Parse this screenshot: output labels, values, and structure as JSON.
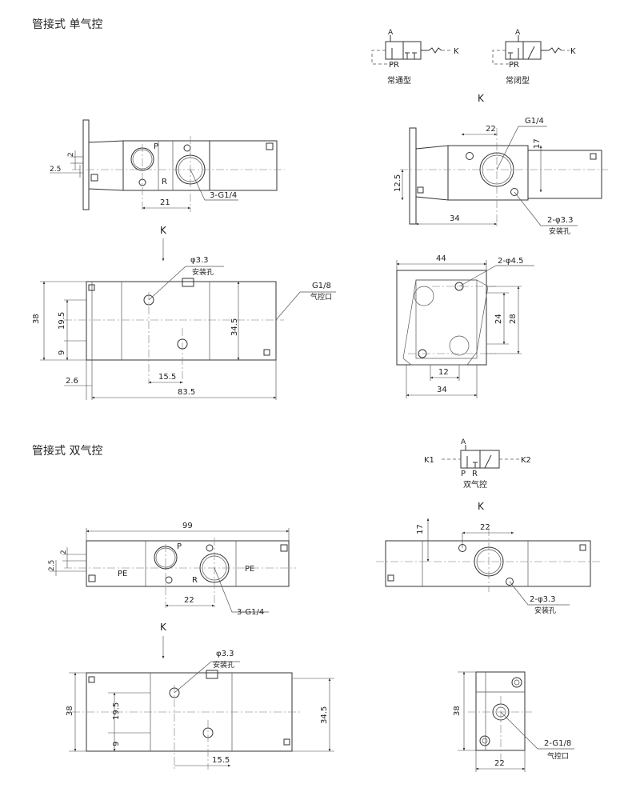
{
  "section1": {
    "title": "管接式 单气控",
    "symbols": {
      "normally_open": {
        "label": "常通型",
        "port_a": "A",
        "port_pr": "PR",
        "port_k": "K"
      },
      "normally_closed": {
        "label": "常闭型",
        "port_a": "A",
        "port_pr": "PR",
        "port_k": "K"
      }
    },
    "front_view": {
      "port_p": "P",
      "port_r": "R",
      "dim_2": "2",
      "dim_2_5": "2.5",
      "dim_21": "21",
      "note_ports": "3-G1/4"
    },
    "view_k_label": "K",
    "top_view": {
      "k_label": "K",
      "note_hole": "φ3.3",
      "note_hole_sub": "安装孔",
      "note_pilot": "G1/8",
      "note_pilot_sub": "气控口",
      "dim_38": "38",
      "dim_19_5": "19.5",
      "dim_9": "9",
      "dim_34_5": "34.5",
      "dim_15_5": "15.5",
      "dim_2_6": "2.6",
      "dim_83_5": "83.5"
    },
    "side_view": {
      "note_port": "G1/4",
      "dim_22": "22",
      "dim_17": "17",
      "dim_12_5": "12.5",
      "dim_34": "34",
      "note_holes": "2-φ3.3",
      "note_holes_sub": "安装孔"
    },
    "bracket_view": {
      "dim_44": "44",
      "note_holes": "2-φ4.5",
      "dim_24": "24",
      "dim_28": "28",
      "dim_12": "12",
      "dim_34": "34"
    }
  },
  "section2": {
    "title": "管接式 双气控",
    "symbol": {
      "label": "双气控",
      "port_a": "A",
      "port_p": "P",
      "port_r": "R",
      "k1": "K1",
      "k2": "K2"
    },
    "view_k_label": "K",
    "front_view": {
      "dim_99": "99",
      "dim_2": "2",
      "dim_2_5": "2.5",
      "port_p": "P",
      "port_r": "R",
      "pe_left": "PE",
      "pe_right": "PE",
      "dim_22": "22",
      "note_ports": "3-G1/4"
    },
    "side_view": {
      "dim_17": "17",
      "dim_22": "22",
      "note_holes": "2-φ3.3",
      "note_holes_sub": "安装孔"
    },
    "top_view": {
      "k_label": "K",
      "note_hole": "φ3.3",
      "note_hole_sub": "安装孔",
      "dim_38": "38",
      "dim_19_5": "19.5",
      "dim_9": "9",
      "dim_34_5": "34.5",
      "dim_15_5": "15.5"
    },
    "end_view": {
      "dim_38": "38",
      "dim_22": "22",
      "note_ports": "2-G1/8",
      "note_ports_sub": "气控口"
    }
  }
}
